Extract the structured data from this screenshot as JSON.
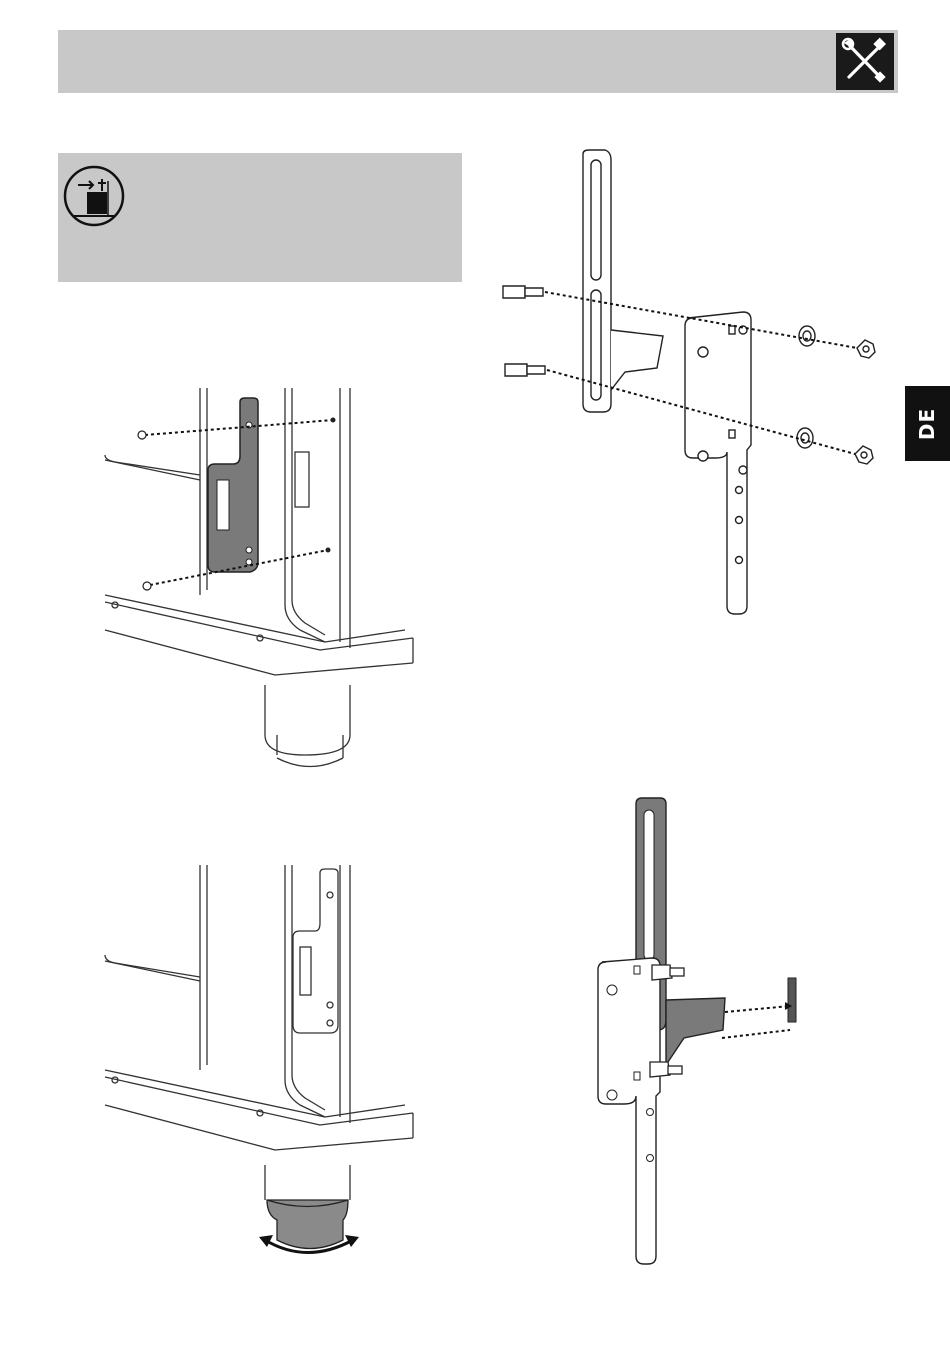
{
  "header": {
    "icon": "tools-icon",
    "background": "#c8c8c8",
    "badge_color": "#1a1a1a"
  },
  "note": {
    "icon": "installation-level-icon",
    "background": "#c8c8c8"
  },
  "language_tab": {
    "label": "DE",
    "background": "#111111"
  },
  "figures": [
    {
      "icon": "oven-side-bracket-attach-illustration"
    },
    {
      "icon": "bracket-assembly-exploded-illustration"
    },
    {
      "icon": "oven-foot-adjust-illustration"
    },
    {
      "icon": "bracket-wall-fix-illustration"
    }
  ]
}
